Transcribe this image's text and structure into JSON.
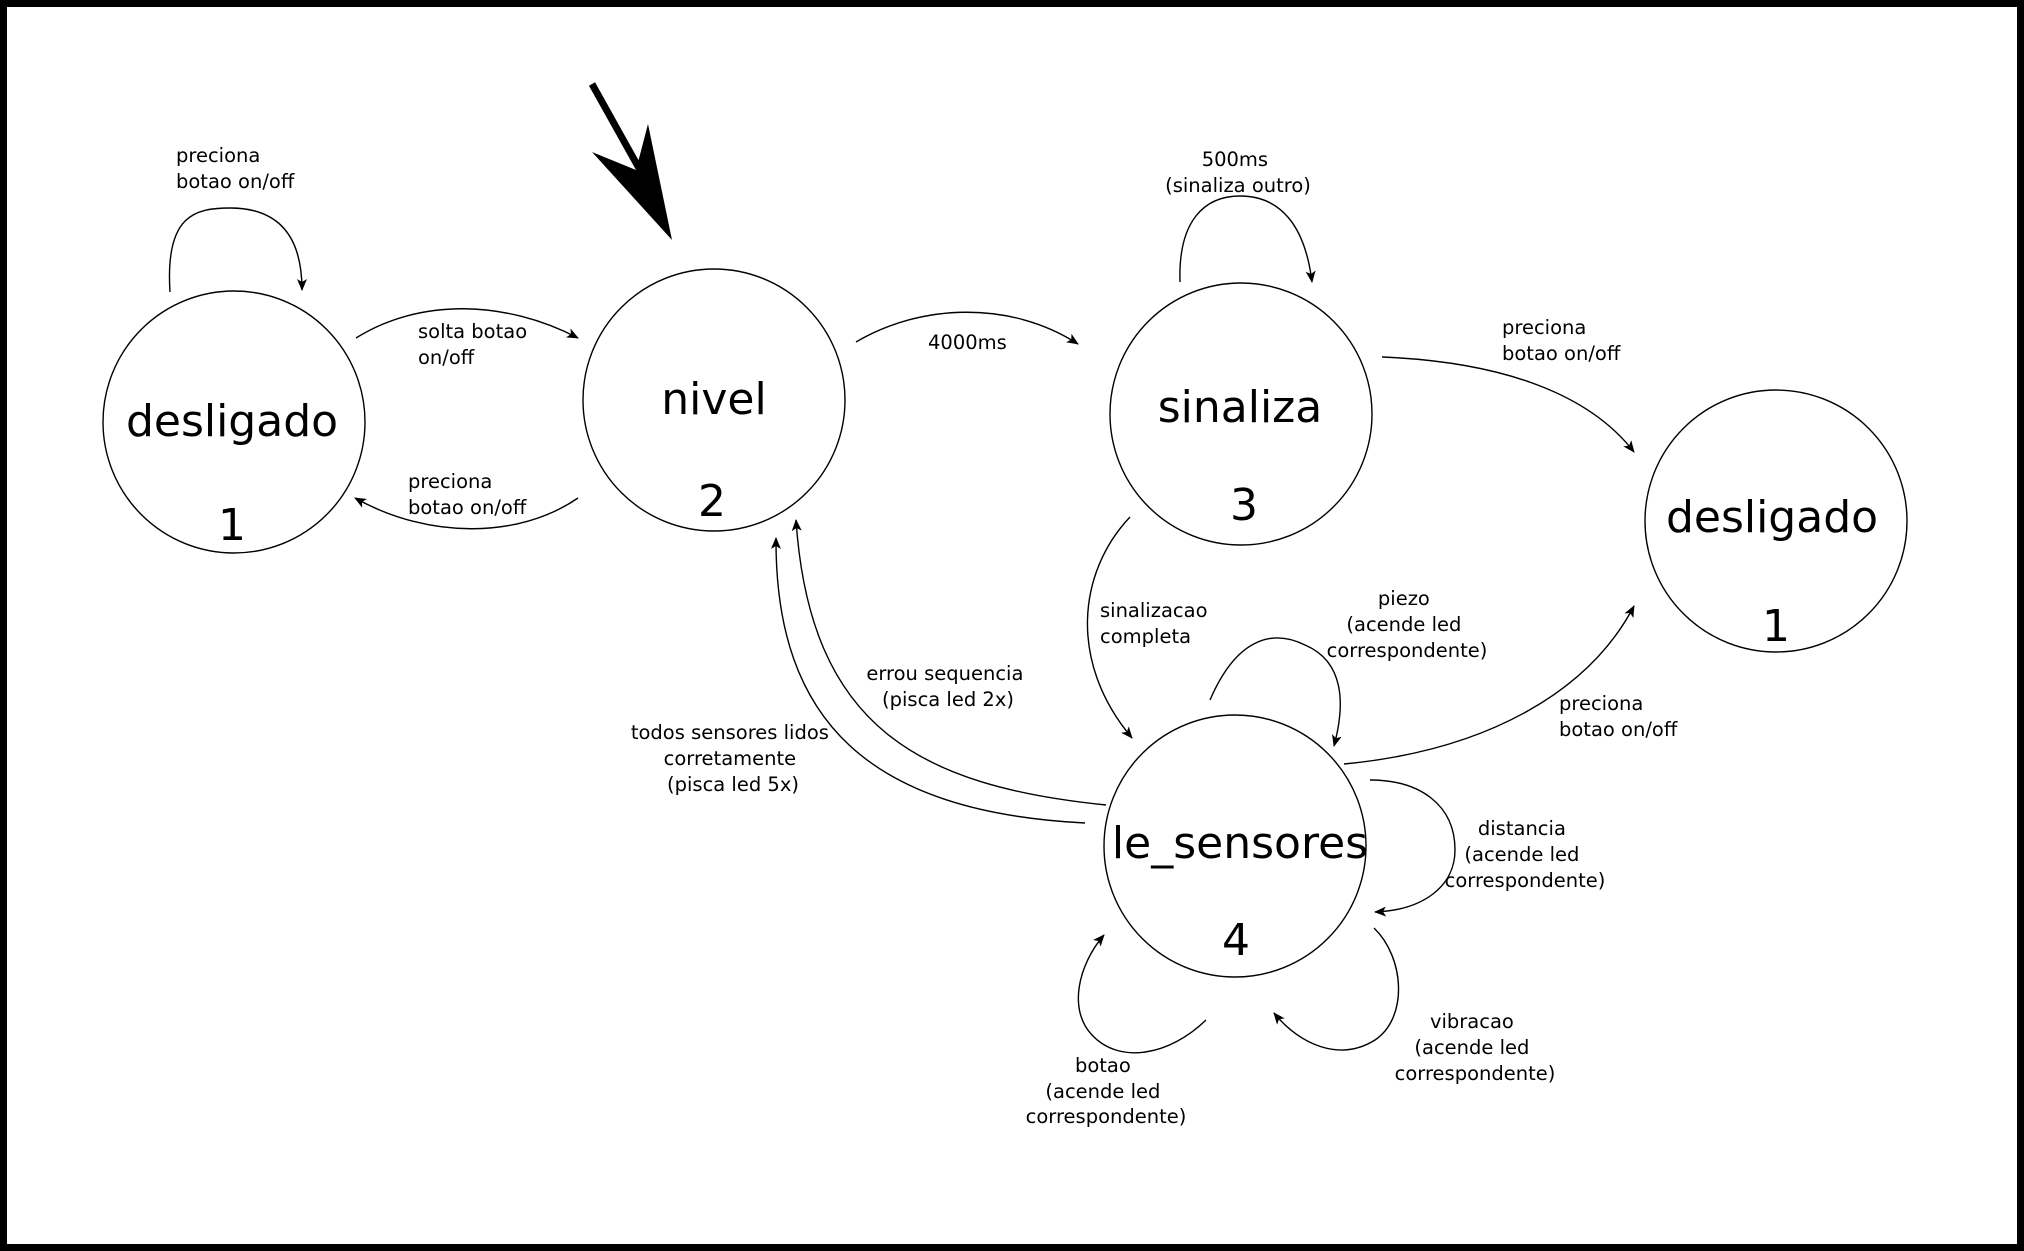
{
  "states": [
    {
      "id": "desligado-left",
      "name": "desligado",
      "number": "1"
    },
    {
      "id": "nivel",
      "name": "nivel",
      "number": "2"
    },
    {
      "id": "sinaliza",
      "name": "sinaliza",
      "number": "3"
    },
    {
      "id": "desligado-right",
      "name": "desligado",
      "number": "1"
    },
    {
      "id": "le-sensores",
      "name": "le_sensores",
      "number": "4"
    }
  ],
  "transitions": [
    {
      "id": "self-desligado",
      "from": "desligado",
      "to": "desligado",
      "label": [
        "preciona",
        "botao on/off"
      ]
    },
    {
      "id": "desligado-to-nivel",
      "from": "desligado",
      "to": "nivel",
      "label": [
        "solta botao",
        "on/off"
      ]
    },
    {
      "id": "nivel-to-desligado",
      "from": "nivel",
      "to": "desligado",
      "label": [
        "preciona",
        "botao on/off"
      ]
    },
    {
      "id": "nivel-to-sinaliza",
      "from": "nivel",
      "to": "sinaliza",
      "label": [
        "4000ms"
      ]
    },
    {
      "id": "self-sinaliza",
      "from": "sinaliza",
      "to": "sinaliza",
      "label": [
        "500ms",
        "(sinaliza outro)"
      ]
    },
    {
      "id": "sinaliza-to-desligado",
      "from": "sinaliza",
      "to": "desligado",
      "label": [
        "preciona",
        "botao on/off"
      ]
    },
    {
      "id": "sinaliza-to-le-sensores",
      "from": "sinaliza",
      "to": "le_sensores",
      "label": [
        "sinalizacao",
        "completa"
      ]
    },
    {
      "id": "self-piezo",
      "from": "le_sensores",
      "to": "le_sensores",
      "label": [
        "piezo",
        "(acende led",
        "correspondente)"
      ]
    },
    {
      "id": "le-sensores-to-desligado",
      "from": "le_sensores",
      "to": "desligado",
      "label": [
        "preciona",
        "botao on/off"
      ]
    },
    {
      "id": "le-sensores-to-nivel-erro",
      "from": "le_sensores",
      "to": "nivel",
      "label": [
        "errou sequencia",
        "(pisca led 2x)"
      ]
    },
    {
      "id": "le-sensores-to-nivel-ok",
      "from": "le_sensores",
      "to": "nivel",
      "label": [
        "todos sensores lidos",
        "corretamente",
        "(pisca led 5x)"
      ]
    },
    {
      "id": "self-distancia",
      "from": "le_sensores",
      "to": "le_sensores",
      "label": [
        "distancia",
        "(acende led",
        "correspondente)"
      ]
    },
    {
      "id": "self-vibracao",
      "from": "le_sensores",
      "to": "le_sensores",
      "label": [
        "vibracao",
        "(acende led",
        "correspondente)"
      ]
    },
    {
      "id": "self-botao",
      "from": "le_sensores",
      "to": "le_sensores",
      "label": [
        "botao",
        "(acende led",
        "correspondente)"
      ]
    }
  ]
}
